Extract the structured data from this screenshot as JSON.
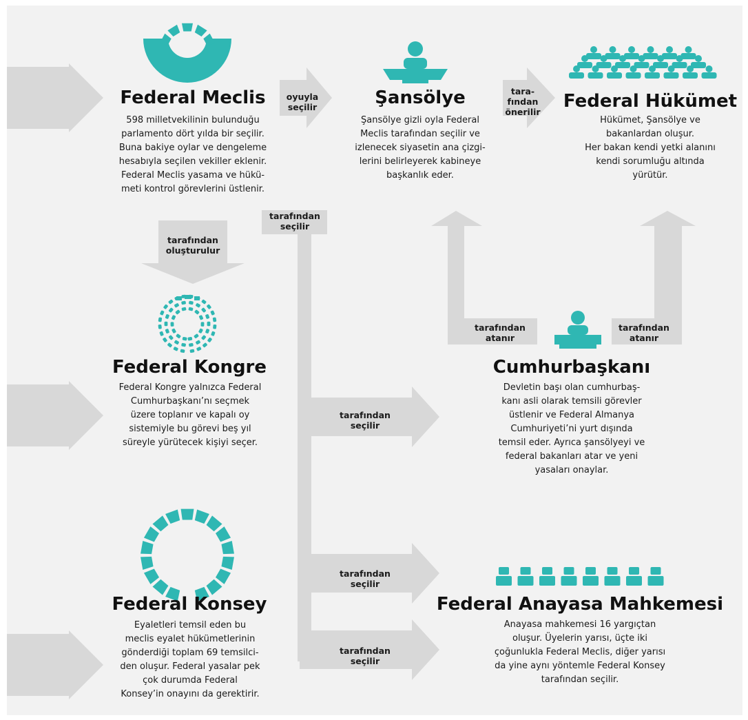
{
  "colors": {
    "accent": "#2fb7b3",
    "arrow": "#d8d8d8",
    "background": "#f2f2f2"
  },
  "nodes": {
    "meclis": {
      "icon": "parliament-hemicycle-icon",
      "title": "Federal Meclis",
      "desc": [
        "598 milletvekilinin bulunduğu",
        "parlamento dört yılda bir seçilir.",
        "Buna bakiye oylar ve dengeleme",
        "hesabıyla seçilen vekiller eklenir.",
        "Federal Meclis yasama ve hükü-",
        "meti kontrol görevlerini üstlenir."
      ]
    },
    "sansolye": {
      "icon": "chancellor-person-icon",
      "title": "Şansölye",
      "desc": [
        "Şansölye gizli oyla Federal",
        "Meclis tarafından seçilir ve",
        "izlenecek siyasetin ana çizgi-",
        "lerini belirleyerek kabineye",
        "başkanlık eder."
      ]
    },
    "hukumet": {
      "icon": "cabinet-people-icon",
      "title": "Federal Hükümet",
      "desc": [
        "Hükümet, Şansölye ve",
        "bakanlardan oluşur.",
        "Her bakan kendi yetki alanını",
        "kendi sorumluğu altında",
        "yürütür."
      ]
    },
    "kongre": {
      "icon": "convention-circle-icon",
      "title": "Federal Kongre",
      "desc": [
        "Federal Kongre yalnızca Federal",
        "Cumhurbaşkanı’nı seçmek",
        "üzere toplanır ve kapalı oy",
        "sistemiyle bu görevi beş yıl",
        "süreyle yürütecek kişiyi seçer."
      ]
    },
    "cumhurbaskani": {
      "icon": "president-person-icon",
      "title": "Cumhurbaşkanı",
      "desc": [
        "Devletin başı olan cumhurbaş-",
        "kanı asli olarak temsili görevler",
        "üstlenir ve Federal Almanya",
        "Cumhuriyeti’ni yurt dışında",
        "temsil eder. Ayrıca şansölyeyi ve",
        "federal bakanları atar ve yeni",
        "yasaları onaylar."
      ]
    },
    "konsey": {
      "icon": "council-ring-icon",
      "title": "Federal Konsey",
      "desc": [
        "Eyaletleri temsil eden bu",
        "meclis eyalet hükümetlerinin",
        "gönderdiği toplam 69 temsilci-",
        "den oluşur. Federal yasalar pek",
        "çok durumda Federal",
        "Konsey’in onayını da gerektirir."
      ]
    },
    "mahkeme": {
      "icon": "judges-row-icon",
      "title": "Federal Anayasa Mahkemesi",
      "desc": [
        "Anayasa mahkemesi 16 yargıçtan",
        "oluşur. Üyelerin yarısı, üçte iki",
        "çoğunlukla Federal Meclis, diğer yarısı",
        "da yine aynı yöntemle Federal Konsey",
        "tarafından seçilir."
      ]
    }
  },
  "arrows": {
    "oyuyla": [
      "oyuyla",
      "seçilir"
    ],
    "tarafindan_onerilir": [
      "tara-",
      "fından",
      "önerilir"
    ],
    "olusturulur": [
      "tarafından",
      "oluşturulur"
    ],
    "secilir_top": [
      "tarafından",
      "seçilir"
    ],
    "atanir_left": [
      "tarafından",
      "atanır"
    ],
    "atanir_right": [
      "tarafından",
      "atanır"
    ],
    "secilir_cumhur": [
      "tarafından",
      "seçilir"
    ],
    "secilir_mahkeme": [
      "tarafından",
      "seçilir"
    ],
    "secilir_konsey": [
      "tarafından",
      "seçilir"
    ]
  }
}
